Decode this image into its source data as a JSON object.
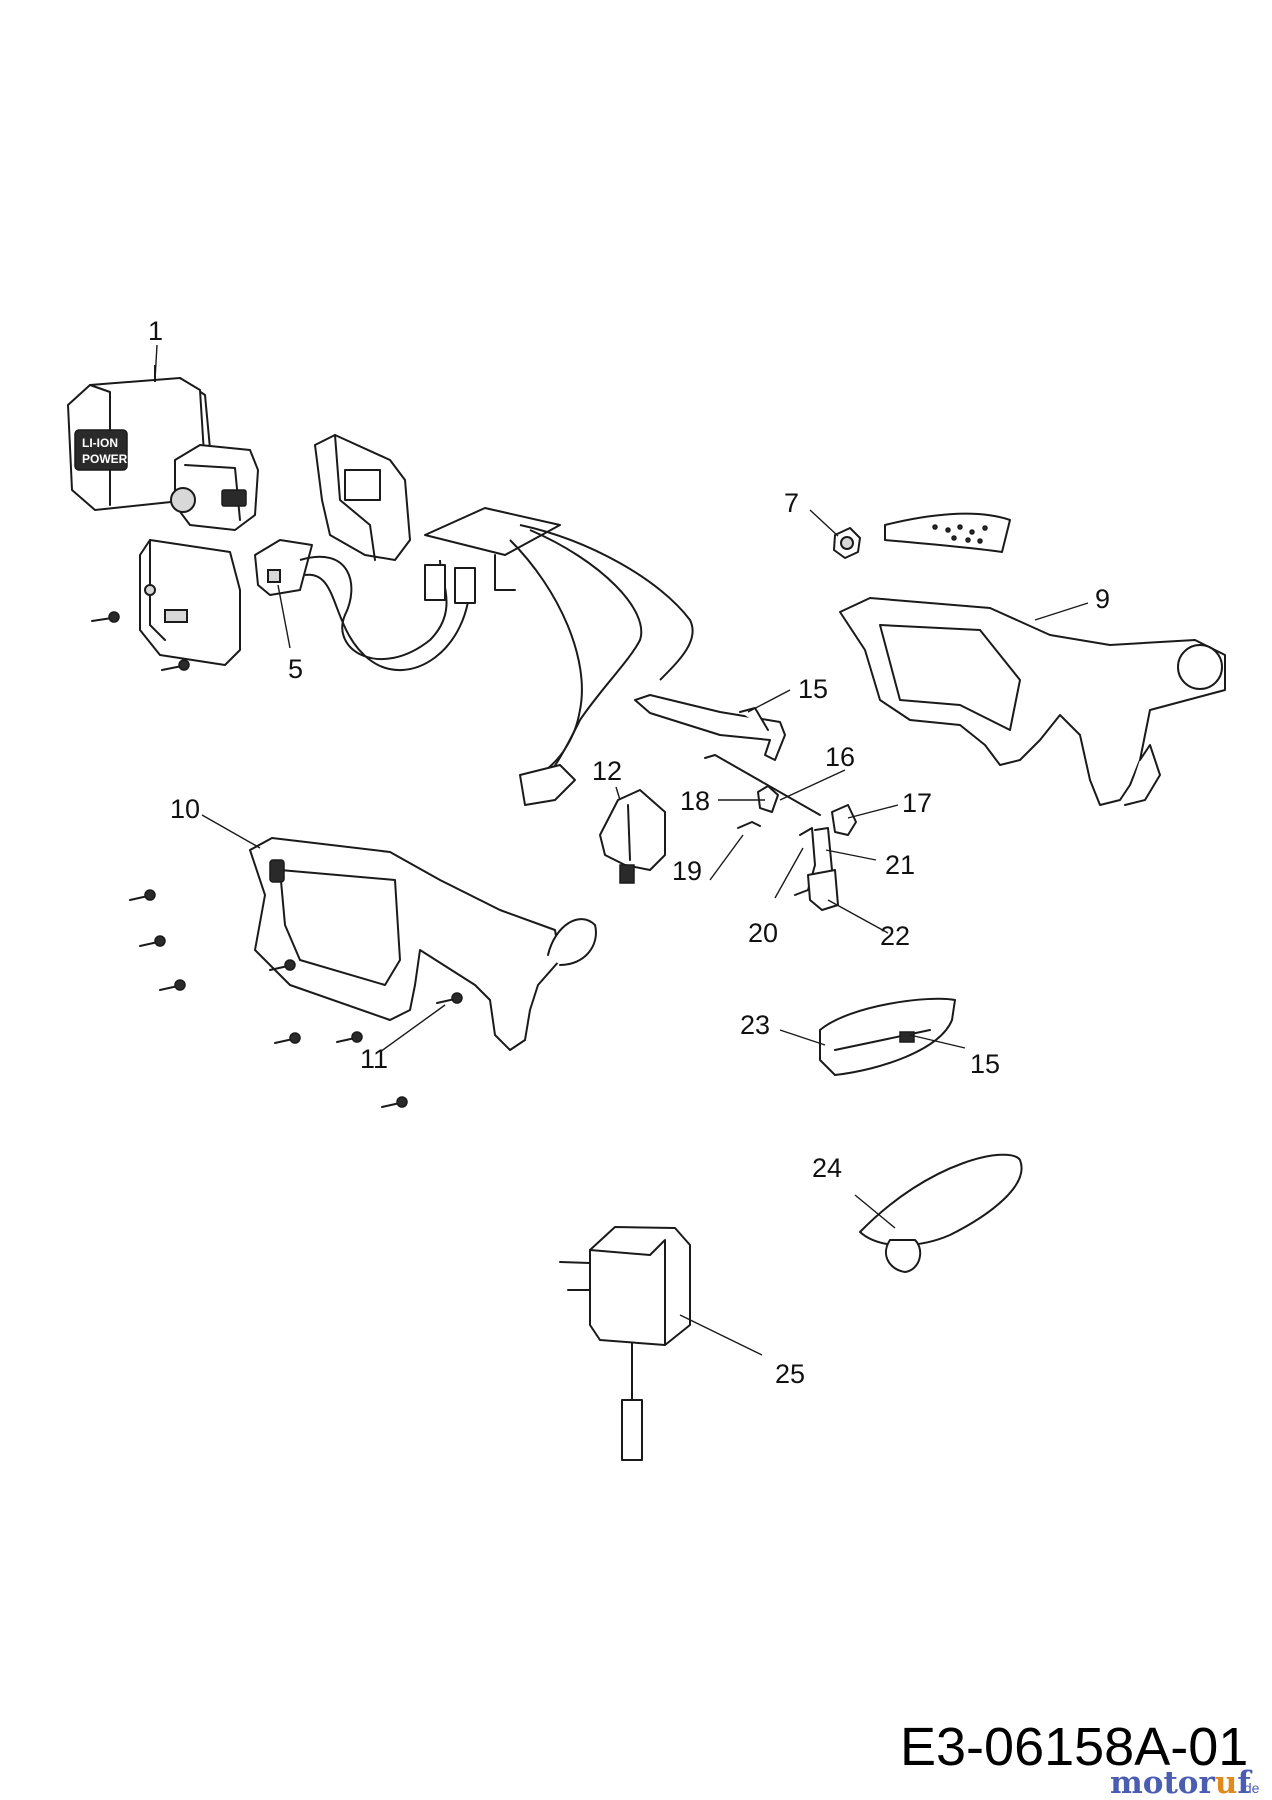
{
  "diagram": {
    "drawing_number": "E3-06158A-01",
    "logo": {
      "main": "motor",
      "accent": "u",
      "tail": "f",
      "domain": ".de"
    },
    "battery_label": [
      "LI-ION",
      "POWER"
    ],
    "callouts": [
      {
        "key": "1",
        "label": "1"
      },
      {
        "key": "5",
        "label": "5"
      },
      {
        "key": "7",
        "label": "7"
      },
      {
        "key": "9",
        "label": "9"
      },
      {
        "key": "10",
        "label": "10"
      },
      {
        "key": "11",
        "label": "11"
      },
      {
        "key": "12",
        "label": "12"
      },
      {
        "key": "15a",
        "label": "15"
      },
      {
        "key": "15b",
        "label": "15"
      },
      {
        "key": "16",
        "label": "16"
      },
      {
        "key": "17",
        "label": "17"
      },
      {
        "key": "18",
        "label": "18"
      },
      {
        "key": "19",
        "label": "19"
      },
      {
        "key": "20",
        "label": "20"
      },
      {
        "key": "21",
        "label": "21"
      },
      {
        "key": "22",
        "label": "22"
      },
      {
        "key": "23",
        "label": "23"
      },
      {
        "key": "24",
        "label": "24"
      },
      {
        "key": "25",
        "label": "25"
      }
    ]
  }
}
